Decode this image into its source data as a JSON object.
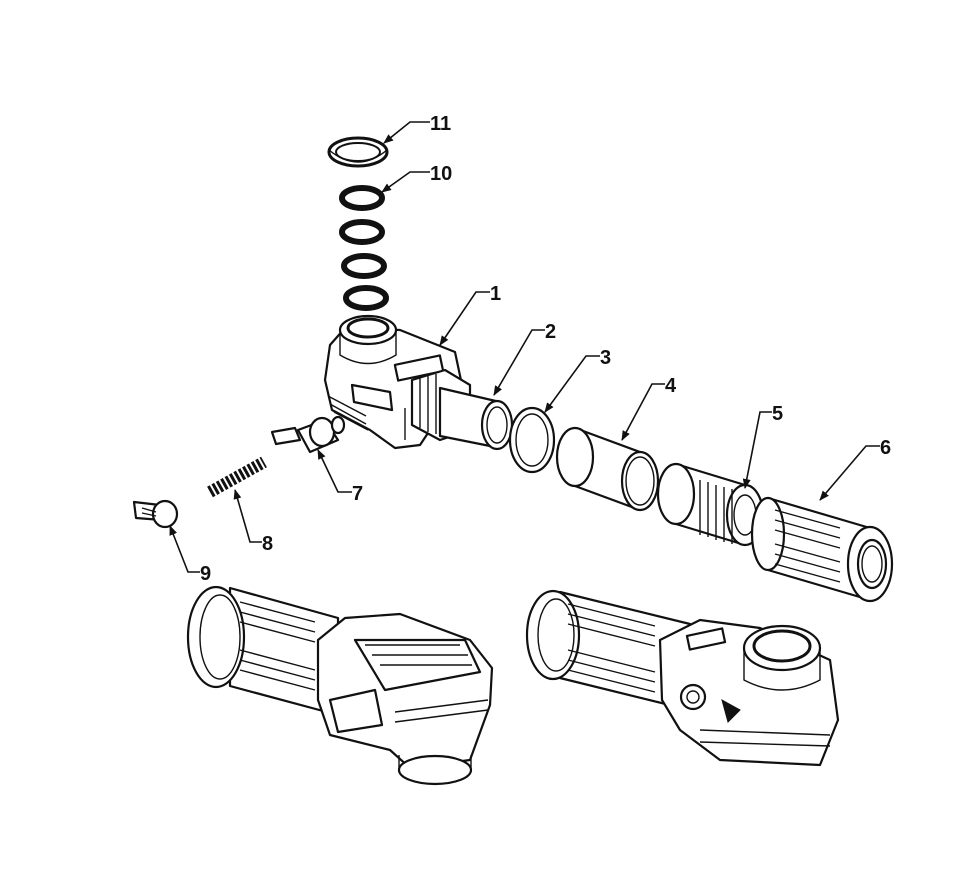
{
  "diagram": {
    "callouts": [
      "1",
      "2",
      "3",
      "4",
      "5",
      "6",
      "7",
      "8",
      "9",
      "10",
      "11"
    ],
    "colors": {
      "line": "#111111",
      "fill": "#ffffff"
    }
  }
}
